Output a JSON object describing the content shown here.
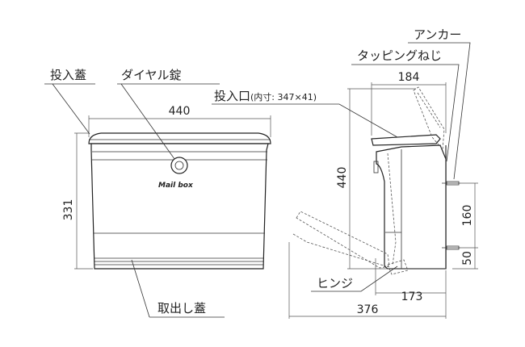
{
  "front_view": {
    "labels": {
      "lid": "投入蓋",
      "dial_lock": "ダイヤル錠",
      "takeout_lid": "取出し蓋"
    },
    "logo": "Mail box",
    "dimensions": {
      "width": "440",
      "height": "331"
    }
  },
  "side_view": {
    "labels": {
      "anchor": "アンカー",
      "tapping_screw": "タッピングねじ",
      "slot": "投入口",
      "slot_inner": "(内寸: 347×41)",
      "hinge": "ヒンジ"
    },
    "dimensions": {
      "top_depth": "184",
      "height": "440",
      "anchor_spacing": "160",
      "anchor_bottom": "50",
      "body_depth": "173",
      "open_depth": "376"
    }
  }
}
